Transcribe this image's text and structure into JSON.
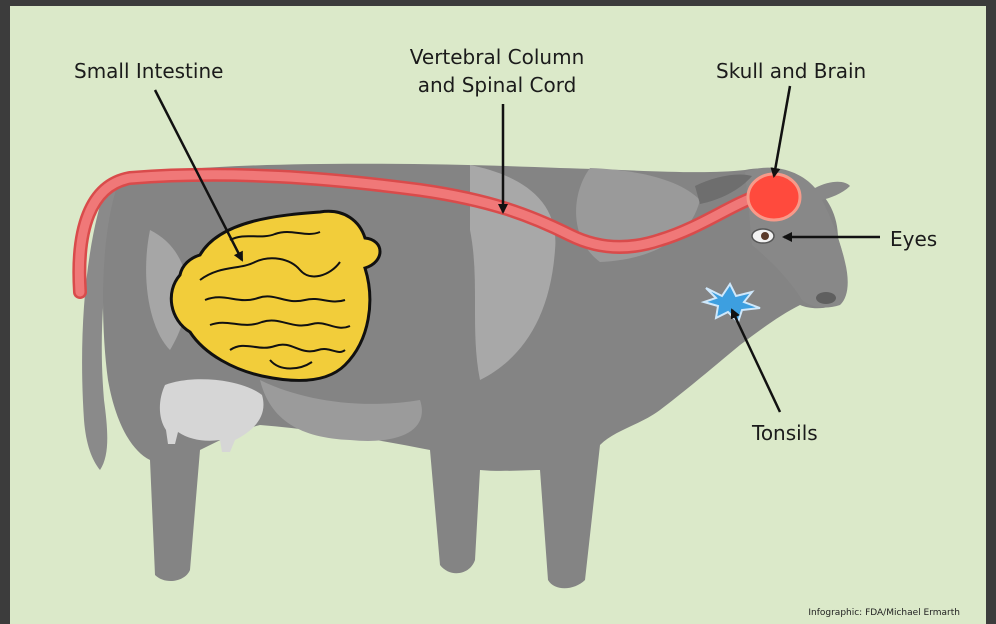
{
  "labels": {
    "small_intestine": "Small Intestine",
    "vertebral_line1": "Vertebral Column",
    "vertebral_line2": "and Spinal Cord",
    "skull_brain": "Skull and Brain",
    "eyes": "Eyes",
    "tonsils": "Tonsils"
  },
  "credit": "Infographic: FDA/Michael Ermarth",
  "colors": {
    "frame": "#3c3c3c",
    "background": "#dbe9c9",
    "cow_dark": "#848484",
    "cow_light": "#a9a9a9",
    "spinal_cord": "#ef6f6f",
    "brain": "#ff4a3d",
    "intestine": "#f2cd3a",
    "tonsils": "#3d9fe0"
  },
  "icons": [
    "cow-silhouette",
    "spinal-cord-shape",
    "brain-shape",
    "intestine-shape",
    "tonsils-shape",
    "eye-shape",
    "arrow-pointer"
  ]
}
